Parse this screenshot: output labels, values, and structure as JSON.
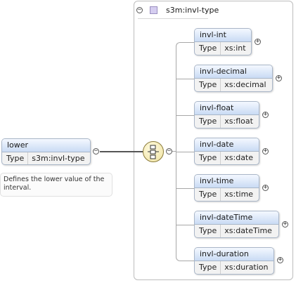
{
  "type_box": {
    "title": "s3m:invl-type"
  },
  "lower": {
    "name": "lower",
    "type_key": "Type",
    "type_value": "s3m:invl-type",
    "documentation": "Defines the lower value of the interval."
  },
  "children": [
    {
      "name": "invl-int",
      "type_key": "Type",
      "type_value": "xs:int"
    },
    {
      "name": "invl-decimal",
      "type_key": "Type",
      "type_value": "xs:decimal"
    },
    {
      "name": "invl-float",
      "type_key": "Type",
      "type_value": "xs:float"
    },
    {
      "name": "invl-date",
      "type_key": "Type",
      "type_value": "xs:date"
    },
    {
      "name": "invl-time",
      "type_key": "Type",
      "type_value": "xs:time"
    },
    {
      "name": "invl-dateTime",
      "type_key": "Type",
      "type_value": "xs:dateTime"
    },
    {
      "name": "invl-duration",
      "type_key": "Type",
      "type_value": "xs:duration"
    }
  ],
  "icons": {
    "collapse": "minus-circle-icon",
    "expand": "plus-circle-icon",
    "complex_type": "complex-type-icon",
    "sequence": "sequence-compositor-icon"
  },
  "toggle_glyphs": {
    "collapse": "−",
    "expand": "+"
  },
  "colors": {
    "element_header": "#c9dbf4",
    "element_border": "#a9b6c8",
    "sequence_fill": "#efe2a0",
    "type_icon": "#d5cdf0"
  }
}
